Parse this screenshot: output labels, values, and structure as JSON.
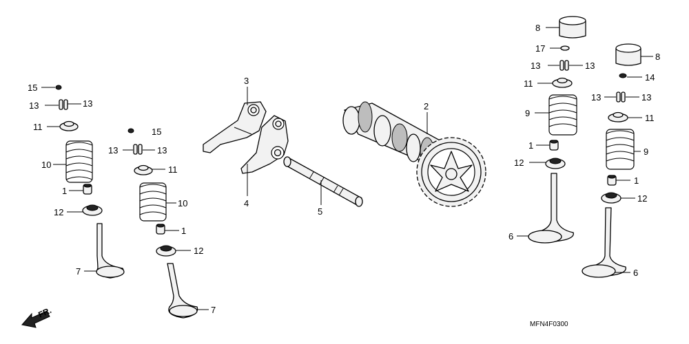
{
  "callouts": {
    "n1": "1",
    "n2": "2",
    "n3": "3",
    "n4": "4",
    "n5": "5",
    "n6": "6",
    "n7": "7",
    "n8": "8",
    "n9": "9",
    "n10": "10",
    "n11": "11",
    "n12": "12",
    "n13": "13",
    "n14": "14",
    "n15": "15"
  },
  "direction_label": "FR.",
  "diagram_code": "MFN4F0300"
}
